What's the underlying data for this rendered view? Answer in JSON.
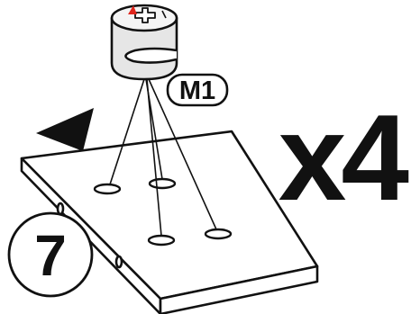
{
  "step_number": "7",
  "part_label": "M1",
  "quantity": "x4",
  "colors": {
    "ink": "#111111",
    "cam_body": "#e6e6e6",
    "cam_top": "#f4f4f4",
    "arrow_red": "#e0261d"
  },
  "icons": [
    "cam-lock-fitting-icon",
    "direction-arrow-icon",
    "panel-board-icon"
  ]
}
